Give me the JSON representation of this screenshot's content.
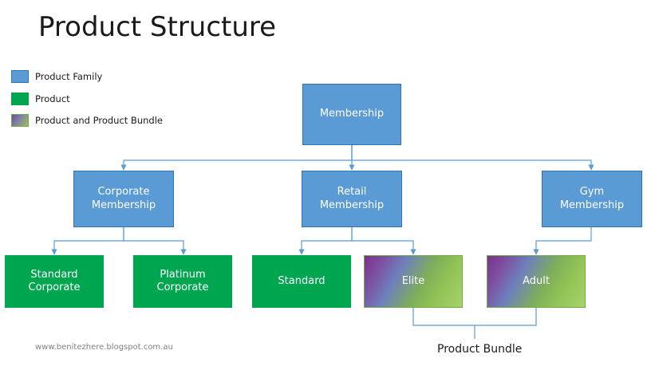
{
  "title": "Product Structure",
  "legend": {
    "items": [
      {
        "label": "Product Family",
        "color": "#5b9bd5",
        "type": "family"
      },
      {
        "label": "Product",
        "color": "#00a550",
        "type": "product"
      },
      {
        "label": "Product and Product Bundle",
        "color": "#7fae5a",
        "type": "bundle"
      }
    ]
  },
  "nodes": {
    "root": {
      "label": "Membership",
      "type": "family"
    },
    "level2": [
      {
        "label": "Corporate\nMembership",
        "type": "family"
      },
      {
        "label": "Retail\nMembership",
        "type": "family"
      },
      {
        "label": "Gym\nMembership",
        "type": "family"
      }
    ],
    "level3": [
      {
        "label": "Standard\nCorporate",
        "type": "product"
      },
      {
        "label": "Platinum\nCorporate",
        "type": "product"
      },
      {
        "label": "Standard",
        "type": "product"
      },
      {
        "label": "Elite",
        "type": "bundle"
      },
      {
        "label": "Adult",
        "type": "bundle"
      }
    ]
  },
  "bundle_caption": "Product Bundle",
  "watermark": "www.benitezhere.blogspot.com.au",
  "colors": {
    "family_fill": "#5b9bd5",
    "family_stroke": "#2e75b6",
    "product_fill": "#00a550",
    "connector": "#5b9bd5",
    "title_text": "#1a1a1a",
    "watermark_text": "#808080"
  }
}
